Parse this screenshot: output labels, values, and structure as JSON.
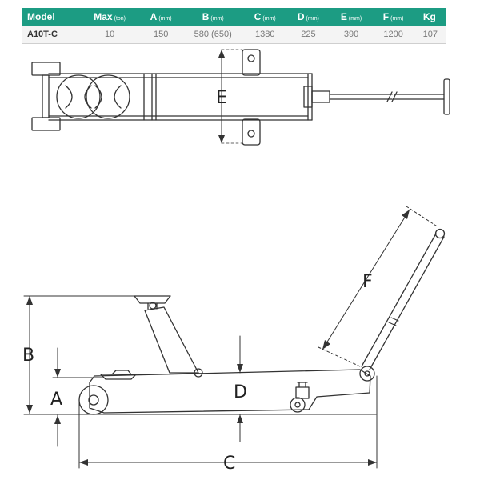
{
  "table": {
    "headers": [
      {
        "label": "Model",
        "unit": ""
      },
      {
        "label": "Max",
        "unit": "(ton)"
      },
      {
        "label": "A",
        "unit": "(mm)"
      },
      {
        "label": "B",
        "unit": "(mm)"
      },
      {
        "label": "C",
        "unit": "(mm)"
      },
      {
        "label": "D",
        "unit": "(mm)"
      },
      {
        "label": "E",
        "unit": "(mm)"
      },
      {
        "label": "F",
        "unit": "(mm)"
      },
      {
        "label": "Kg",
        "unit": ""
      }
    ],
    "row": [
      "A10T-C",
      "10",
      "150",
      "580 (650)",
      "1380",
      "225",
      "390",
      "1200",
      "107"
    ]
  },
  "labels": {
    "a": "A",
    "b": "B",
    "c": "C",
    "d": "D",
    "e": "E",
    "f": "F"
  },
  "colors": {
    "header": "#1c9c83",
    "line": "#333333"
  }
}
